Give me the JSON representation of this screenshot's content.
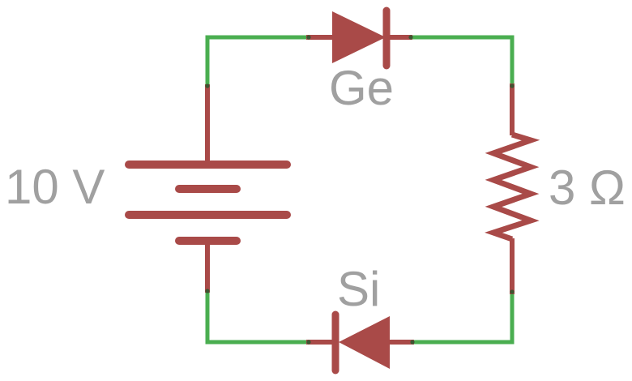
{
  "diagram": {
    "kind": "circuit-schematic",
    "colors": {
      "background": "#ffffff",
      "wire": "#4aae50",
      "component": "#a94a48",
      "label": "#a0a0a0",
      "junction": "#3e5432"
    },
    "components": {
      "battery": {
        "kind": "voltage-source",
        "label": "10 V"
      },
      "diode_top": {
        "kind": "diode",
        "material": "germanium",
        "label": "Ge",
        "points": "right"
      },
      "resistor": {
        "kind": "resistor",
        "label": "3 Ω"
      },
      "diode_bottom": {
        "kind": "diode",
        "material": "silicon",
        "label": "Si",
        "points": "left"
      }
    }
  }
}
